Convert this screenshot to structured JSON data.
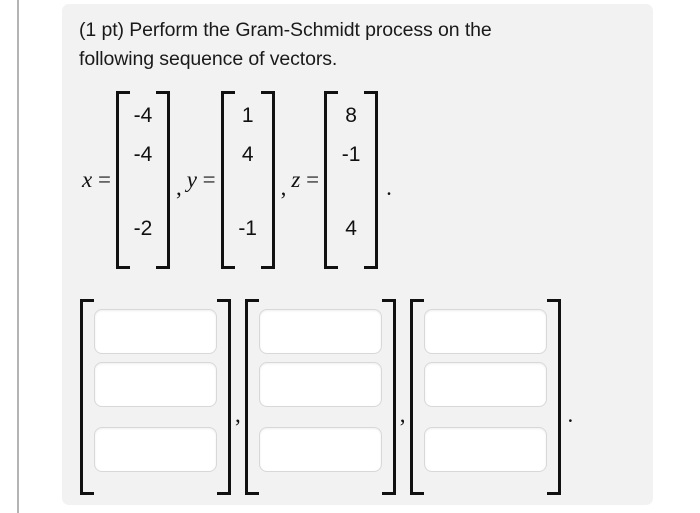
{
  "problem": {
    "points_label": "(1 pt)",
    "statement_line1": "(1 pt) Perform the Gram-Schmidt process on the",
    "statement_line2": "following sequence of vectors.",
    "trailing_period": "."
  },
  "given_vectors": [
    {
      "name": "x",
      "label": "x",
      "equals": "=",
      "entries": [
        "-4",
        "-4",
        "-2"
      ],
      "separator_after": ","
    },
    {
      "name": "y",
      "label": "y",
      "equals": "=",
      "entries": [
        "1",
        "4",
        "-1"
      ],
      "separator_after": ","
    },
    {
      "name": "z",
      "label": "z",
      "equals": "=",
      "entries": [
        "8",
        "-1",
        "4"
      ],
      "separator_after": "."
    }
  ],
  "answer_vectors": [
    {
      "name": "answer-vector-1",
      "values": [
        "",
        "",
        ""
      ],
      "placeholders": [
        "",
        "",
        ""
      ],
      "separator_after": ","
    },
    {
      "name": "answer-vector-2",
      "values": [
        "",
        "",
        ""
      ],
      "placeholders": [
        "",
        "",
        ""
      ],
      "separator_after": ","
    },
    {
      "name": "answer-vector-3",
      "values": [
        "",
        "",
        ""
      ],
      "placeholders": [
        "",
        "",
        ""
      ],
      "separator_after": "."
    }
  ],
  "colors": {
    "page_background": "#ffffff",
    "panel_background": "#f2f2f2",
    "rule_line": "#b4b4b4",
    "text": "#1a1a1a",
    "bracket": "#111111",
    "input_border": "#d8d8d8",
    "input_background": "#ffffff"
  }
}
